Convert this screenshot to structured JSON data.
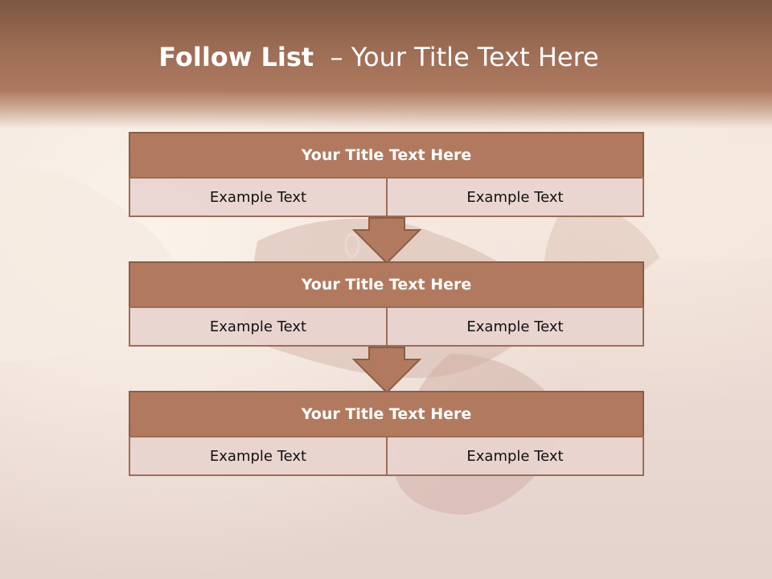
{
  "title": {
    "bold_part": "Follow List",
    "rest_part": "– Your Title Text Here"
  },
  "colors": {
    "header_band": "#9a6b53",
    "block_title_fill": "#b17a5f",
    "block_border": "#8b5d44",
    "cell_fill": "#e8d4cf",
    "arrow_fill": "#b17a5f"
  },
  "blocks": [
    {
      "title": "Your Title Text Here",
      "left": "Example Text",
      "right": "Example Text"
    },
    {
      "title": "Your Title Text Here",
      "left": "Example Text",
      "right": "Example Text"
    },
    {
      "title": "Your Title Text Here",
      "left": "Example Text",
      "right": "Example Text"
    }
  ],
  "icons": [
    "down-arrow-icon",
    "down-arrow-icon"
  ]
}
